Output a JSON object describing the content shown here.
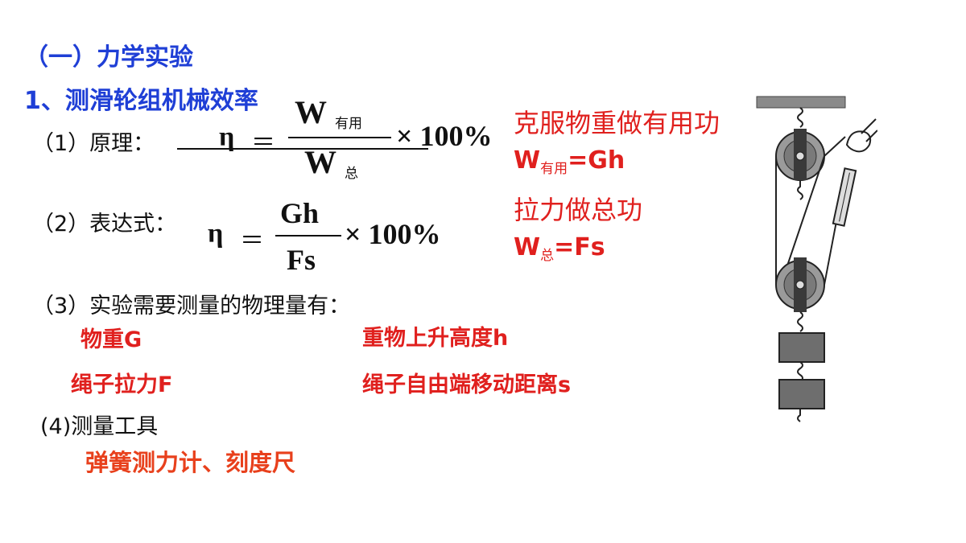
{
  "heading": "（一）力学实验",
  "subheading": "1、测滑轮组机械效率",
  "item1": {
    "label": "（1）原理：",
    "eta": "η",
    "eq": "＝",
    "num_main": "W",
    "num_sub": "有用",
    "den_main": "W",
    "den_sub": "总",
    "times": "× 100%"
  },
  "item2": {
    "label": "（2）表达式：",
    "eta": "η",
    "eq": "＝",
    "num": "Gh",
    "den": "Fs",
    "times": "× 100%"
  },
  "notes": {
    "useful_work": "克服物重做有用功",
    "w_useful_main": "W",
    "w_useful_sub": "有用",
    "w_useful_rhs": "=Gh",
    "total_work": "拉力做总功",
    "w_total_main": "W",
    "w_total_sub": "总",
    "w_total_rhs": "=Fs"
  },
  "item3": {
    "label": "（3）实验需要测量的物理量有：",
    "q1": "物重G",
    "q2": "重物上升高度h",
    "q3": "绳子拉力F",
    "q4": "绳子自由端移动距离s"
  },
  "item4": {
    "label": "(4)测量工具",
    "tools": "弹簧测力计、刻度尺"
  }
}
